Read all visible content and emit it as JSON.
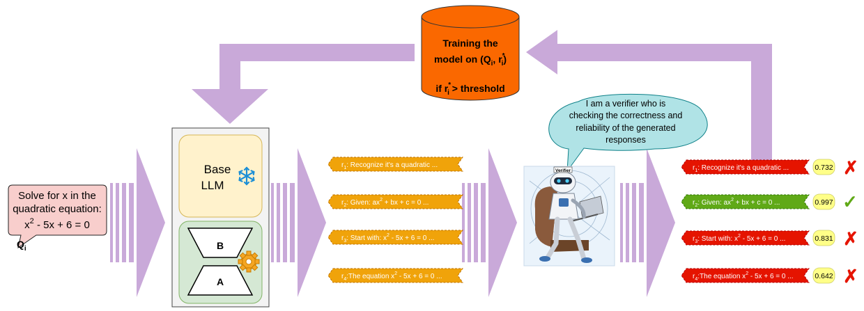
{
  "question": {
    "lines": [
      "Solve for x in the",
      "quadratic equation:"
    ],
    "eq_x": "x",
    "eq_sup": "2",
    "eq_rest": " - 5x + 6 = 0",
    "q_label": "Q",
    "q_sub": "i"
  },
  "model": {
    "base_line1": "Base",
    "base_line2": "LLM",
    "lora_b": "B",
    "lora_a": "A",
    "snowflake_icon": "snowflake-icon",
    "gear_icon": "gear-icon"
  },
  "training": {
    "line1": "Training the",
    "line2_pre": "model on (Q",
    "line2_sub_i": "i",
    "line2_mid": ", r",
    "line2_sup": "*",
    "line2_sub_i2": "i",
    "line2_post": ")",
    "line3_pre": "if r",
    "line3_sup": "*",
    "line3_sub": "i",
    "line3_post": " > threshold"
  },
  "verifier": {
    "speech_lines": [
      "I am a verifier who is",
      "checking the correctness and",
      "reliability of the generated",
      "responses"
    ],
    "badge": "Verifier"
  },
  "responses": [
    {
      "r": "r",
      "sub": "1",
      "pre": ": Recognize it's a quadratic ...",
      "sup": "",
      "post": ""
    },
    {
      "r": "r",
      "sub": "2",
      "pre": ": Given: ax",
      "sup": "2",
      "post": " + bx + c = 0 ..."
    },
    {
      "r": "r",
      "sub": "3",
      "pre": ": Start with: x",
      "sup": "2",
      "post": " - 5x + 6 = 0 ..."
    },
    {
      "r": "r",
      "sub": "4",
      "pre": ":The equation x",
      "sup": "2",
      "post": " - 5x + 6 = 0 ..."
    }
  ],
  "scored": [
    {
      "score": "0.732",
      "status": "rejected",
      "mark": "✗"
    },
    {
      "score": "0.997",
      "status": "accepted",
      "mark": "✓"
    },
    {
      "score": "0.831",
      "status": "rejected",
      "mark": "✗"
    },
    {
      "score": "0.642",
      "status": "rejected",
      "mark": "✗"
    }
  ],
  "colors": {
    "arrow": "#c9a9d9",
    "question_bg": "#f8cecc",
    "base_bg": "#fff2cc",
    "lora_bg": "#d5e8d4",
    "training_bg": "#fa6800",
    "response_bg": "#f0a30a",
    "speech_bg": "#b0e3e6",
    "rejected_bg": "#e51400",
    "accepted_bg": "#60a917",
    "score_bg": "#ffff88",
    "cross": "#e51400",
    "check": "#60a917"
  }
}
